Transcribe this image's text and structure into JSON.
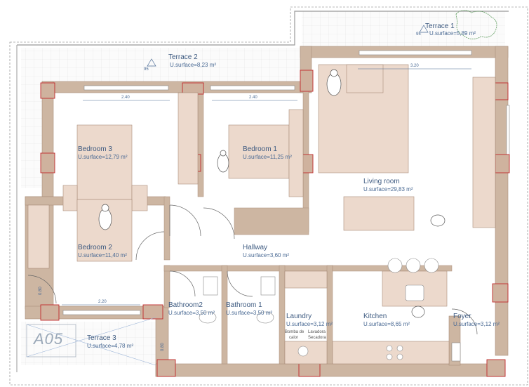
{
  "rooms": [
    {
      "id": "terrace1",
      "name": "Terrace 1",
      "surface": "U.surface=5,89 m²"
    },
    {
      "id": "terrace2",
      "name": "Terrace 2",
      "surface": "U.surface=8,23 m²"
    },
    {
      "id": "bedroom3",
      "name": "Bedroom 3",
      "surface": "U.surface=12,79 m²"
    },
    {
      "id": "bedroom1",
      "name": "Bedroom 1",
      "surface": "U.surface=11,25 m²"
    },
    {
      "id": "livingroom",
      "name": "Living room",
      "surface": "U.surface=29,83 m²"
    },
    {
      "id": "bedroom2",
      "name": "Bedroom 2",
      "surface": "U.surface=11,40 m²"
    },
    {
      "id": "hallway",
      "name": "Hallway",
      "surface": "U.surface=3,60 m²"
    },
    {
      "id": "bathroom2",
      "name": "Bathroom2",
      "surface": "U.surface=3,50 m²"
    },
    {
      "id": "bathroom1",
      "name": "Bathroom 1",
      "surface": "U.surface=3,50 m²"
    },
    {
      "id": "laundry",
      "name": "Laundry",
      "surface": "U.surface=3,12 m²"
    },
    {
      "id": "kitchen",
      "name": "Kitchen",
      "surface": "U.surface=8,65 m²"
    },
    {
      "id": "foyer",
      "name": "Foyer",
      "surface": "U.surface=3,12 m²"
    },
    {
      "id": "terrace3",
      "name": "Terrace 3",
      "surface": "U.surface=4,78 m²"
    }
  ],
  "dimensions": {
    "bedroom3_window": "2.40",
    "bedroom1_window": "2.40",
    "living_window": "3.20",
    "bedroom2_window": "2.20",
    "door_left": "0.80",
    "door_bath2": "0.80"
  },
  "labels": {
    "level_t1": "95",
    "level_t2": "95",
    "laundry_equipment_1": "Bomba de",
    "laundry_equipment_2": "calor",
    "laundry_equipment_3": "Lavadora",
    "laundry_equipment_4": "Secadora"
  },
  "stamp": "A05",
  "colors": {
    "wall": "#cdb6a2",
    "wall_dark": "#b89c84",
    "column_mark": "#c0292b",
    "dimension": "#4a6a94",
    "furniture_fill": "#ecd9cc",
    "furniture_stroke": "#a88a78",
    "floor": "#ffffff",
    "terrace_grid": "#dedede"
  }
}
